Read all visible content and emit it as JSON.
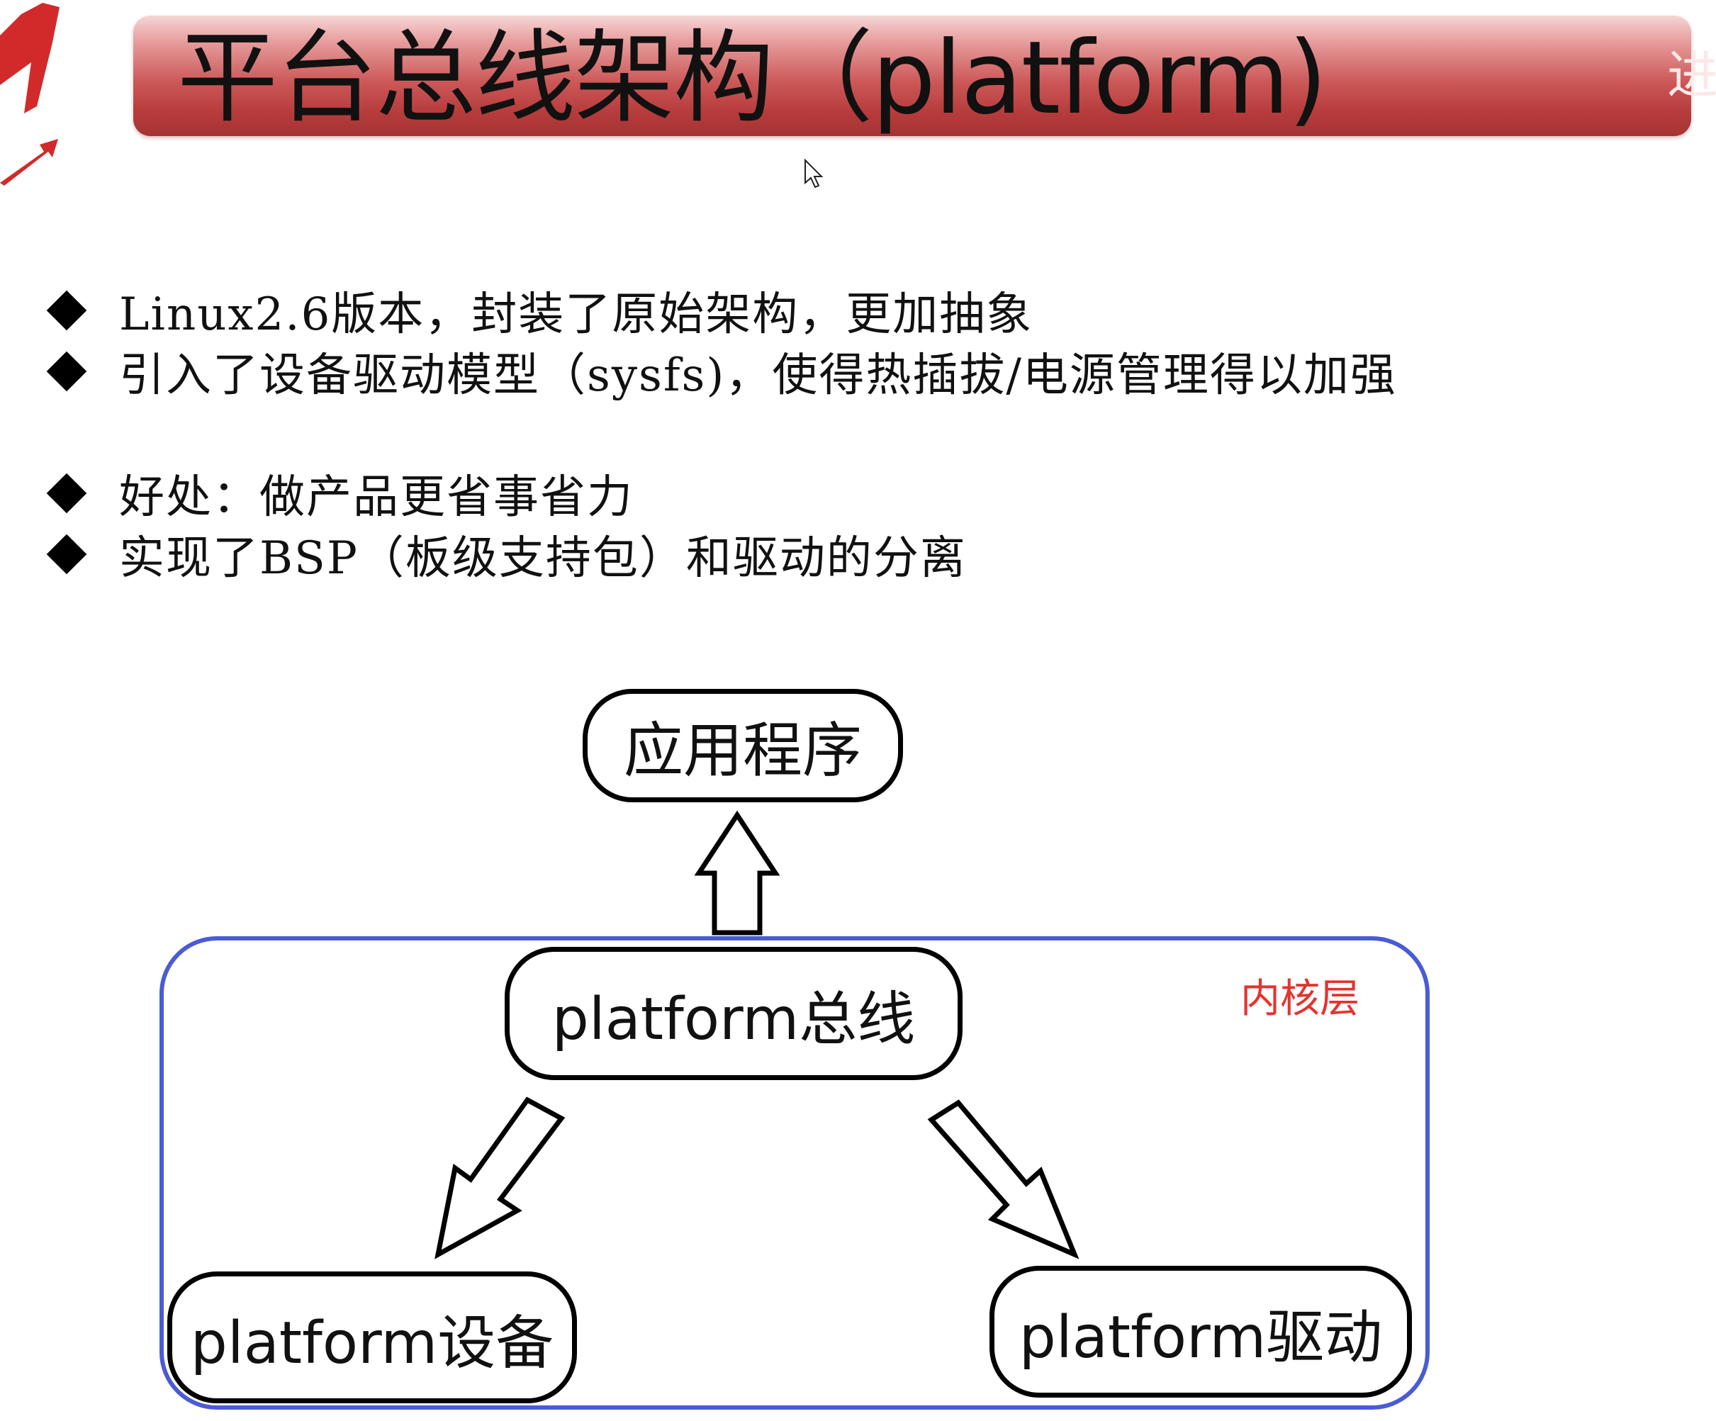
{
  "title": {
    "text": "平台总线架构（platform)",
    "edge_fragment": "进"
  },
  "bullets": [
    "Linux2.6版本，封装了原始架构，更加抽象",
    "引入了设备驱动模型（sysfs)，使得热插拔/电源管理得以加强",
    "好处：做产品更省事省力",
    "实现了BSP（板级支持包）和驱动的分离"
  ],
  "diagram": {
    "application": "应用程序",
    "bus": "platform总线",
    "device": "platform设备",
    "driver": "platform驱动",
    "kernel_layer": "内核层"
  },
  "colors": {
    "banner": "#c94848",
    "kernel_box": "#4a5bd4",
    "kernel_label": "#e3342f",
    "logo": "#d22a2a"
  },
  "icons": [
    "corner-logo-arrow-icon",
    "mouse-cursor-icon",
    "diamond-bullet-icon",
    "hollow-arrow-icon"
  ]
}
